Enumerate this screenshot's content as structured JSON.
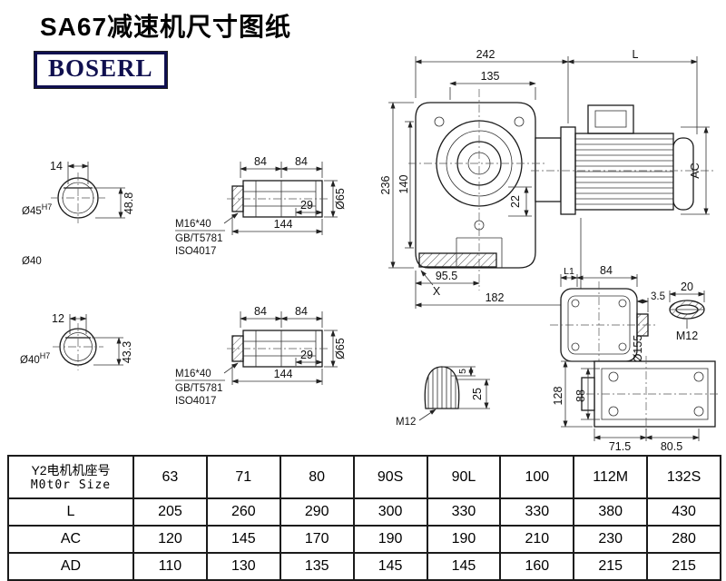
{
  "page": {
    "title": "SA67减速机尺寸图纸",
    "logo_text": "BOSERL"
  },
  "drawing": {
    "shaft_end_top": {
      "width_dim": "14",
      "height_dim": "48.8",
      "bore": "Ø45",
      "bore_tol": "H7"
    },
    "shaft_label_mid": "Ø40",
    "shaft_end_bottom": {
      "width_dim": "12",
      "height_dim": "43.3",
      "bore": "Ø40",
      "bore_tol": "H7"
    },
    "shaft_side_top": {
      "seg1": "84",
      "seg2": "84",
      "step": "29",
      "total": "144",
      "dia": "Ø65",
      "bolt": "M16*40",
      "standard1": "GB/T5781",
      "standard2": "ISO4017"
    },
    "shaft_side_bottom": {
      "seg1": "84",
      "seg2": "84",
      "step": "29",
      "total": "144",
      "dia": "Ø65",
      "bolt": "M16*40",
      "standard1": "GB/T5781",
      "standard2": "ISO4017"
    },
    "main_view": {
      "width_housing": "242",
      "width_motor": "L",
      "width_inner": "135",
      "height_total": "236",
      "height_face": "140",
      "flange_thk": "22",
      "motor_dia": "AC",
      "center_offset": "95.5",
      "corner_ref": "X",
      "base_width": "182"
    },
    "side_view": {
      "dim_l1": "L1",
      "dim_84": "84",
      "dim_3_5": "3.5",
      "dim_20": "20",
      "flange_dia": "Ø155",
      "thread": "M12"
    },
    "key_detail": {
      "key_depth": "5",
      "key_width": "25",
      "thread": "M12"
    },
    "bottom_view": {
      "height_total": "128",
      "height_inner": "88",
      "base_left": "71.5",
      "base_right": "80.5"
    }
  },
  "table": {
    "header_line1": "Y2电机机座号",
    "header_line2": "M0t0r Size",
    "sizes": [
      "63",
      "71",
      "80",
      "90S",
      "90L",
      "100",
      "112M",
      "132S"
    ],
    "rows": [
      {
        "label": "L",
        "values": [
          "205",
          "260",
          "290",
          "300",
          "330",
          "330",
          "380",
          "430"
        ]
      },
      {
        "label": "AC",
        "values": [
          "120",
          "145",
          "170",
          "190",
          "190",
          "210",
          "230",
          "280"
        ]
      },
      {
        "label": "AD",
        "values": [
          "110",
          "130",
          "135",
          "145",
          "145",
          "160",
          "215",
          "215"
        ]
      }
    ]
  }
}
